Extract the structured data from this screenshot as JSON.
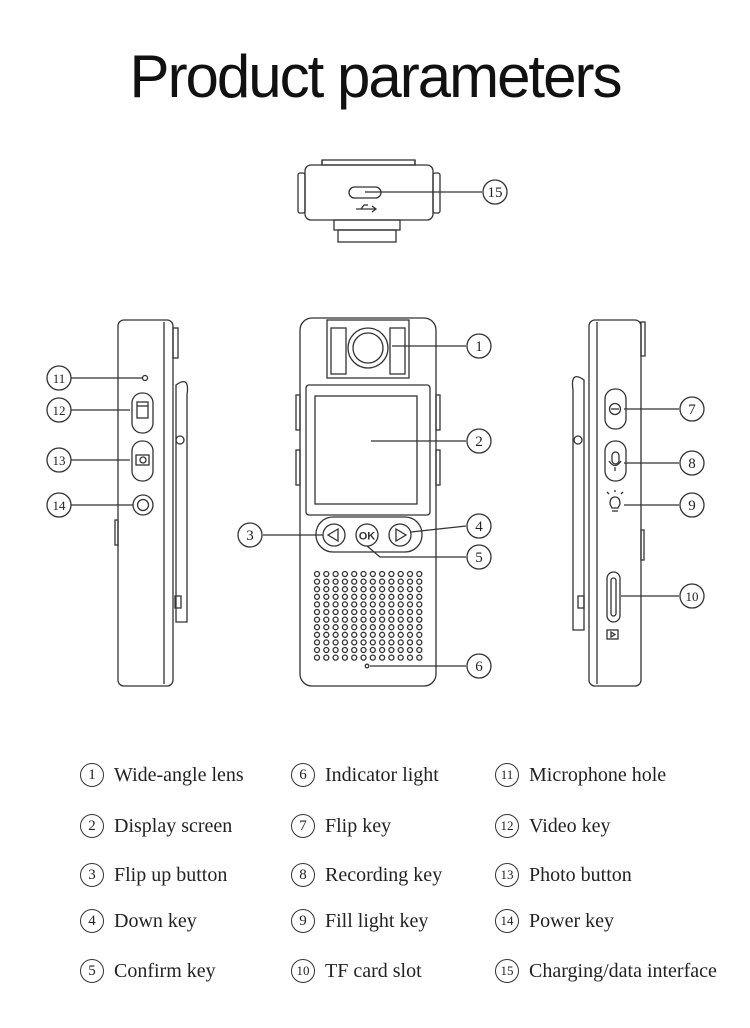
{
  "title": "Product parameters",
  "callouts": [
    "1",
    "2",
    "3",
    "4",
    "5",
    "6",
    "7",
    "8",
    "9",
    "10",
    "11",
    "12",
    "13",
    "14",
    "15"
  ],
  "legend": [
    {
      "num": "1",
      "label": "Wide-angle lens"
    },
    {
      "num": "2",
      "label": "Display screen"
    },
    {
      "num": "3",
      "label": "Flip up button"
    },
    {
      "num": "4",
      "label": "Down key"
    },
    {
      "num": "5",
      "label": "Confirm key"
    },
    {
      "num": "6",
      "label": "Indicator light"
    },
    {
      "num": "7",
      "label": "Flip key"
    },
    {
      "num": "8",
      "label": "Recording key"
    },
    {
      "num": "9",
      "label": "Fill light key"
    },
    {
      "num": "10",
      "label": "TF card slot"
    },
    {
      "num": "11",
      "label": "Microphone hole"
    },
    {
      "num": "12",
      "label": "Video key"
    },
    {
      "num": "13",
      "label": "Photo button"
    },
    {
      "num": "14",
      "label": "Power key"
    },
    {
      "num": "15",
      "label": "Charging/data interface"
    }
  ],
  "ok_label": "OK",
  "colors": {
    "line": "#333333",
    "text": "#222222"
  }
}
